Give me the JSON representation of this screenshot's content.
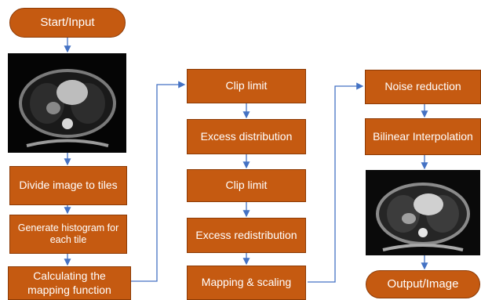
{
  "flowchart": {
    "start_label": "Start/Input",
    "col1": {
      "divide": "Divide image to tiles",
      "histogram": "Generate histogram for each tile",
      "mapping": "Calculating the mapping function"
    },
    "col2": {
      "clip1": "Clip limit",
      "excess1": "Excess distribution",
      "clip2": "Clip limit",
      "excess2": "Excess redistribution",
      "scaling": "Mapping & scaling"
    },
    "col3": {
      "noise": "Noise reduction",
      "bilinear": "Bilinear Interpolation",
      "output_label": "Output/Image"
    },
    "colors": {
      "box_fill": "#c55a11",
      "box_border": "#8c3a05",
      "box_text": "#ffffff",
      "arrow": "#4472c4"
    },
    "images": {
      "input": "ct-scan-input-image",
      "output": "ct-scan-enhanced-image"
    }
  }
}
